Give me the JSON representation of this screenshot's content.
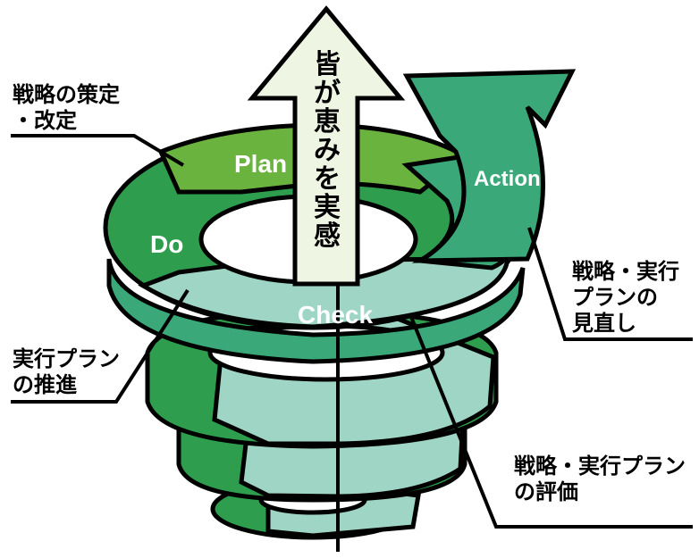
{
  "center_arrow": {
    "text": "皆が恵みを実感"
  },
  "phases": {
    "plan": "Plan",
    "do": "Do",
    "check": "Check",
    "action": "Action"
  },
  "callouts": {
    "plan": "戦略の策定\n・改定",
    "do": "実行プラン\nの推進",
    "action": "戦略・実行\nプランの\n見直し",
    "check": "戦略・実行プラン\nの評価"
  },
  "colors": {
    "plan": "#6bb33f",
    "do": "#2e9e4e",
    "check": "#9fd5c4",
    "action": "#3aa878",
    "center_arrow": "#eef5e2",
    "outline": "#000000"
  }
}
